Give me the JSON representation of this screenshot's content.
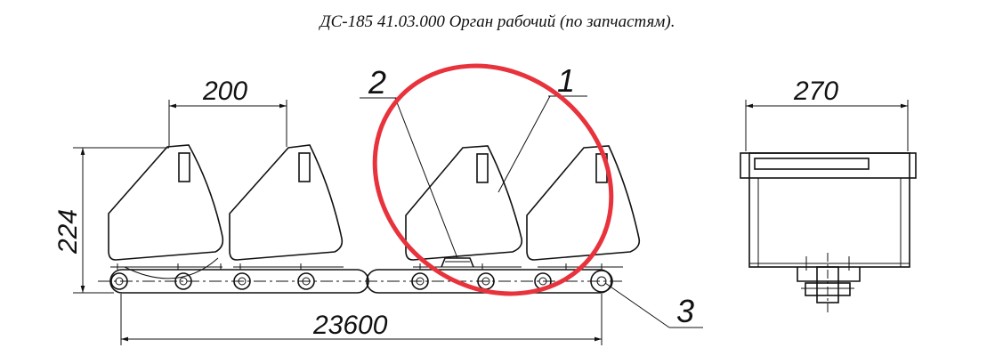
{
  "title": "ДС-185 41.03.000  Орган рабочий  (по запчастям).",
  "dimensions": {
    "pitch": "200",
    "height": "224",
    "length": "23600",
    "width": "270"
  },
  "callouts": {
    "c1": "1",
    "c2": "2",
    "c3": "3"
  },
  "colors": {
    "highlight": "#e8323c",
    "line": "#111111"
  }
}
